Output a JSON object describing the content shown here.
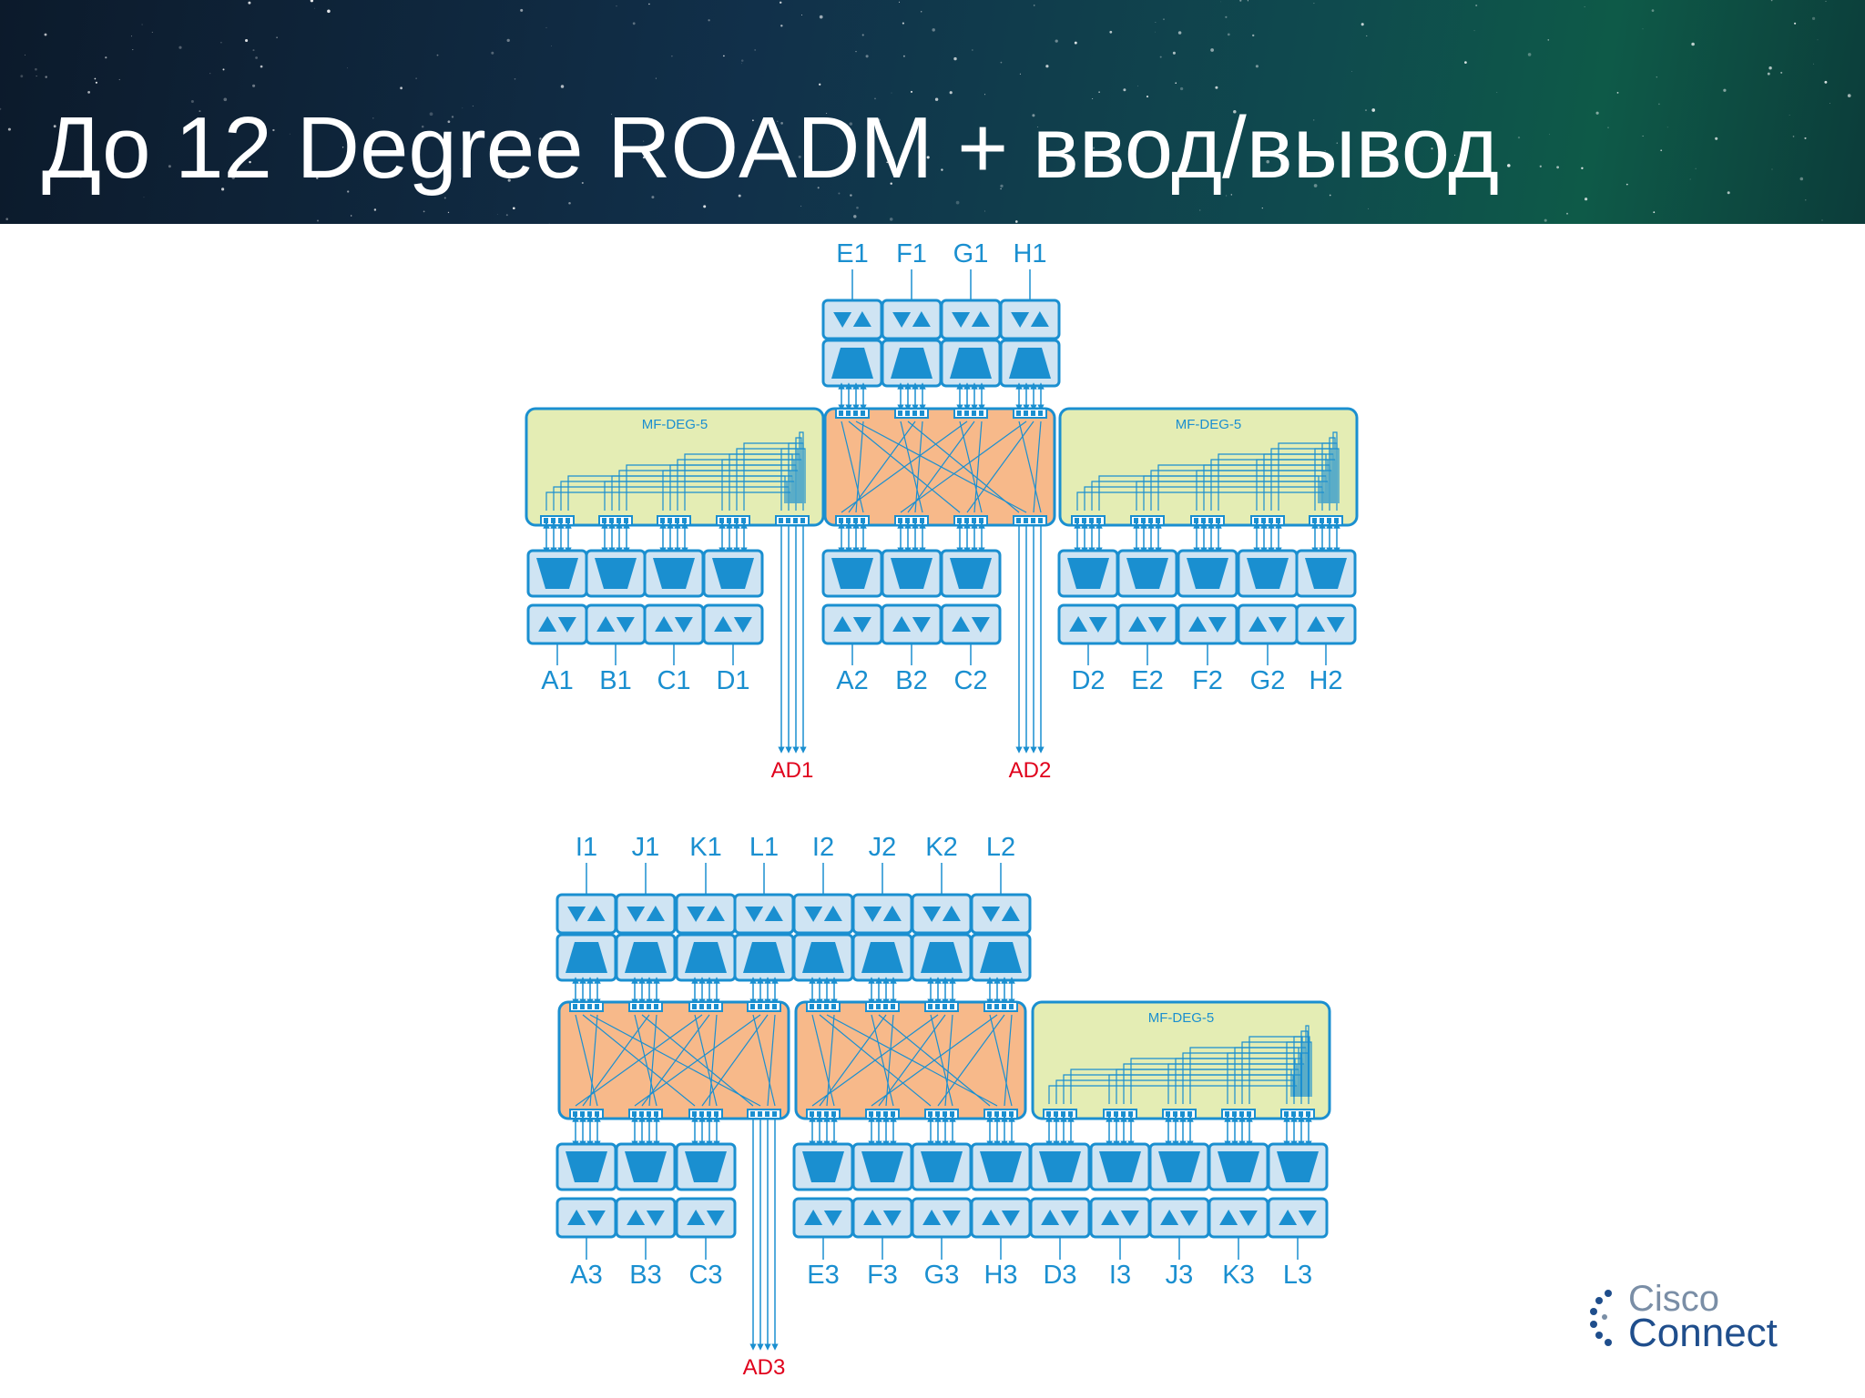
{
  "slide": {
    "title": "До 12 Degree ROADM + ввод/вывод"
  },
  "colors": {
    "blue": "#1a8fd0",
    "mfdeg_fill": "#e4edb4",
    "xconnect_fill": "#f7b98a",
    "port_fill": "#cfe4f3",
    "add_drop": "#e0001b",
    "banner_dark": "#0c1a2b",
    "banner_teal": "#0e5a48"
  },
  "modules": {
    "mfdeg_label": "MF-DEG-5"
  },
  "top": {
    "upper_labels": [
      "E1",
      "F1",
      "G1",
      "H1"
    ],
    "lower_labels": [
      "A1",
      "B1",
      "C1",
      "D1",
      "A2",
      "B2",
      "C2",
      "D2",
      "E2",
      "F2",
      "G2",
      "H2"
    ],
    "add_drop": [
      "AD1",
      "AD2"
    ]
  },
  "bottom": {
    "upper_labels": [
      "I1",
      "J1",
      "K1",
      "L1",
      "I2",
      "J2",
      "K2",
      "L2"
    ],
    "lower_labels": [
      "A3",
      "B3",
      "C3",
      "E3",
      "F3",
      "G3",
      "H3",
      "D3",
      "I3",
      "J3",
      "K3",
      "L3"
    ],
    "add_drop": [
      "AD3"
    ]
  },
  "logo": {
    "word1": "Cisco",
    "word2": "Connect",
    "icon": "cisco-connect-dots-icon"
  }
}
